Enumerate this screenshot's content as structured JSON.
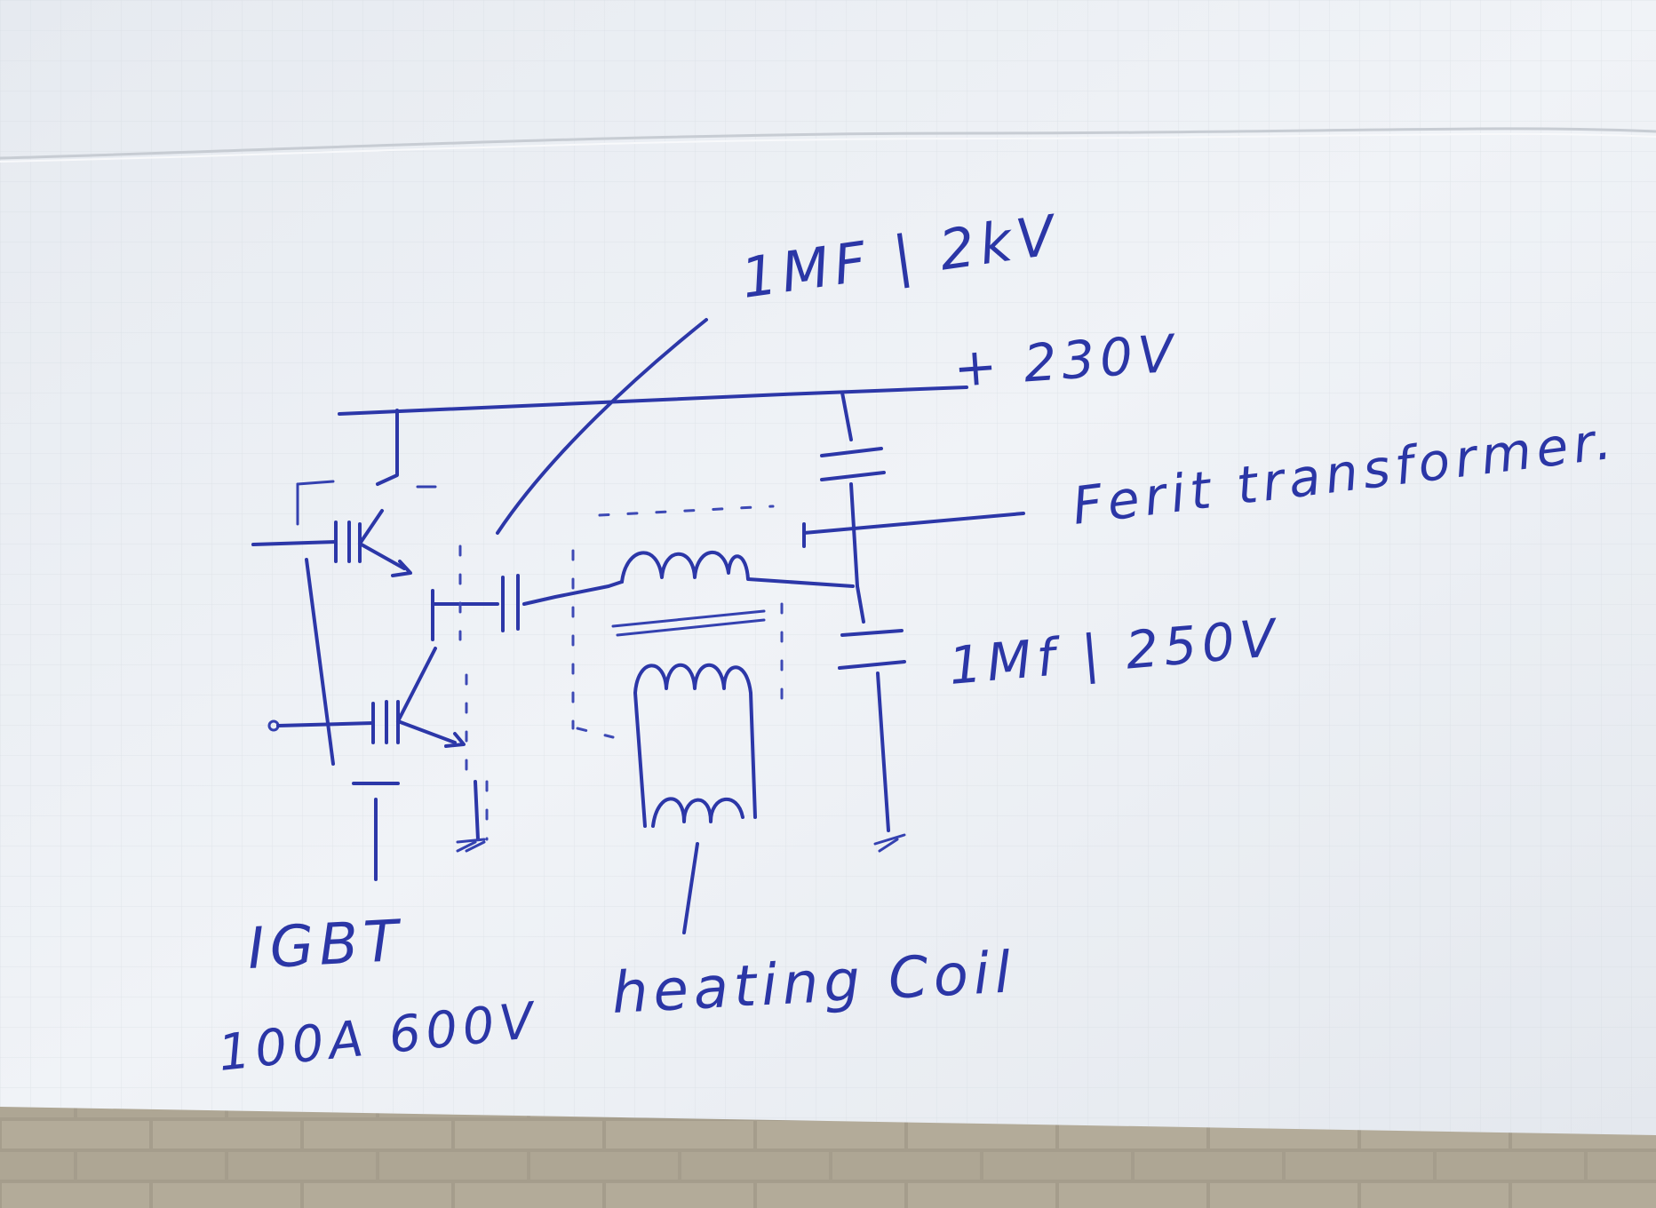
{
  "labels": {
    "cap_top": "1MF | 2kV",
    "supply": "+ 230V",
    "transformer": "Ferit transformer.",
    "cap_bottom": "1Mf | 250V",
    "igbt_name": "IGBT",
    "igbt_rating": "100A 600V",
    "coil": "heating Coil"
  },
  "colors": {
    "ink": "#2c37a8",
    "paper": "#eef1f5",
    "brick": "#a49c8b"
  }
}
